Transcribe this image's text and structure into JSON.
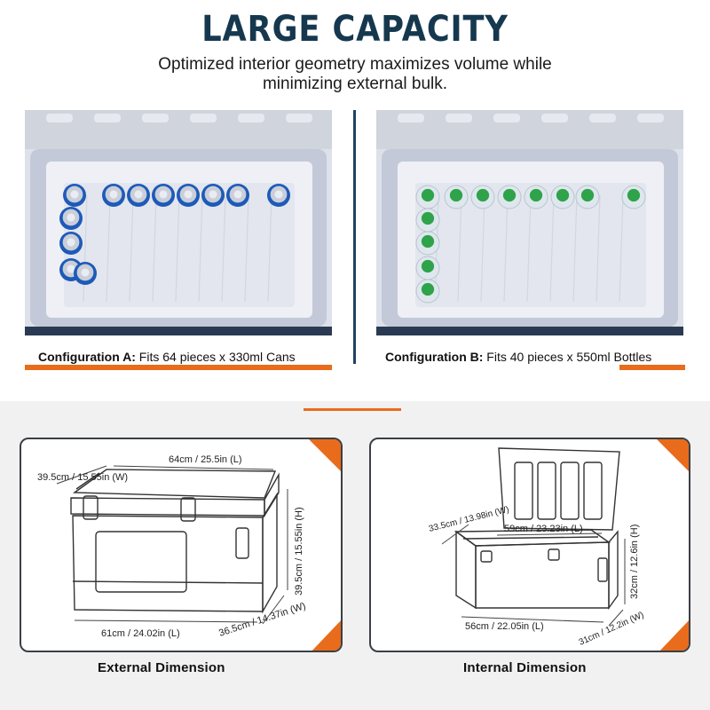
{
  "header": {
    "title": "LARGE   CAPACITY",
    "subtitle_line1": "Optimized interior geometry maximizes volume while",
    "subtitle_line2": "minimizing external bulk."
  },
  "configurations": [
    {
      "label": "Configuration A:",
      "text": " Fits 64 pieces x 330ml Cans",
      "item": "can"
    },
    {
      "label": "Configuration B:",
      "text": " Fits 40 pieces x 550ml Bottles",
      "item": "bottle"
    }
  ],
  "external": {
    "caption": "External Dimension",
    "length_top": "64cm / 25.5in (L)",
    "width_top": "39.5cm / 15.55in (W)",
    "height": "39.5cm / 15.55in (H)",
    "length_bottom": "61cm / 24.02in (L)",
    "width_bottom": "36.5cm / 14.37in (W)"
  },
  "internal": {
    "caption": "Internal Dimension",
    "length_top": "59cm / 23.23in (L)",
    "width_top": "33.5cm / 13.98in (W)",
    "height": "32cm / 12.6in (H)",
    "length_bottom": "56cm / 22.05in (L)",
    "width_bottom": "31cm / 12.2in (W)"
  },
  "colors": {
    "navy": "#16384f",
    "orange": "#e96b1c",
    "can_blue": "#1e5ab8",
    "bottle_green": "#2fa34a"
  }
}
